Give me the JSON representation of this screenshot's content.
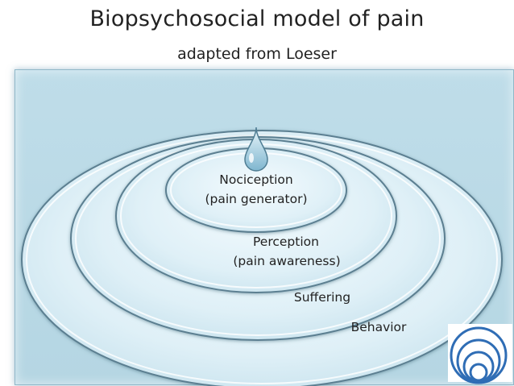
{
  "title": "Biopsychosocial model of pain",
  "subtitle": "adapted from Loeser",
  "layers": {
    "nociception": {
      "line1": "Nociception",
      "line2": "(pain generator)"
    },
    "perception": {
      "line1": "Perception",
      "line2": "(pain awareness)"
    },
    "suffering": {
      "label": "Suffering"
    },
    "behavior": {
      "label": "Behavior"
    }
  },
  "colors": {
    "panel": "#b9d9e6",
    "ring_fill": "#d8edf5",
    "ring_stroke": "#5b7f91",
    "logo_stroke": "#2f6db5"
  },
  "icons": {
    "center": "water-drop-icon",
    "corner": "nested-circles-logo-icon"
  }
}
